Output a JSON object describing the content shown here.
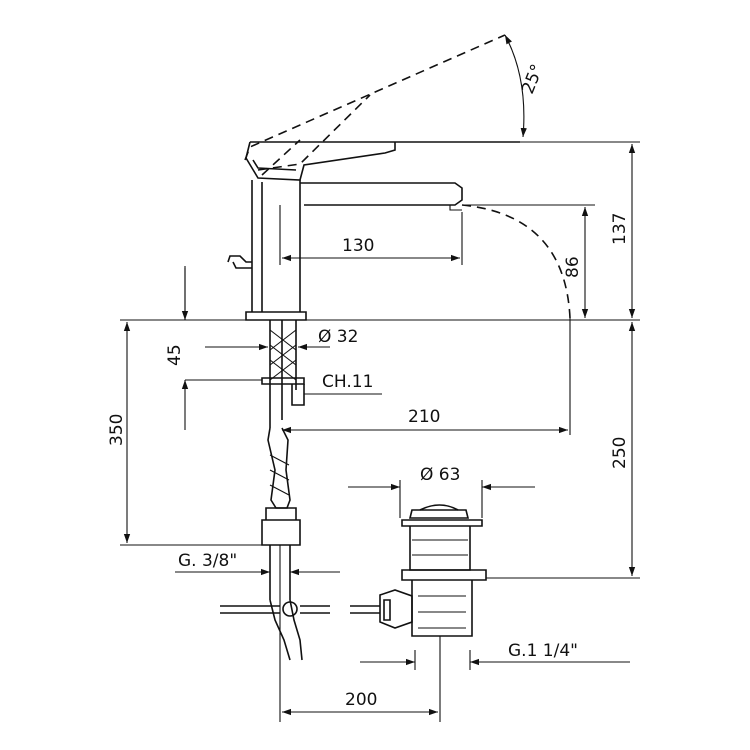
{
  "dimensions": {
    "angle": "25°",
    "spout_reach": "130",
    "spout_height": "86",
    "total_height": "137",
    "shank_length": "45",
    "shank_diameter": "Ø 32",
    "hex_key": "CH.11",
    "projection": "210",
    "hose_length": "350",
    "below_deck": "250",
    "waste_diameter": "Ø 63",
    "hose_thread": "G. 3/8\"",
    "waste_thread": "G.1  1/4\"",
    "centre_distance": "200"
  }
}
